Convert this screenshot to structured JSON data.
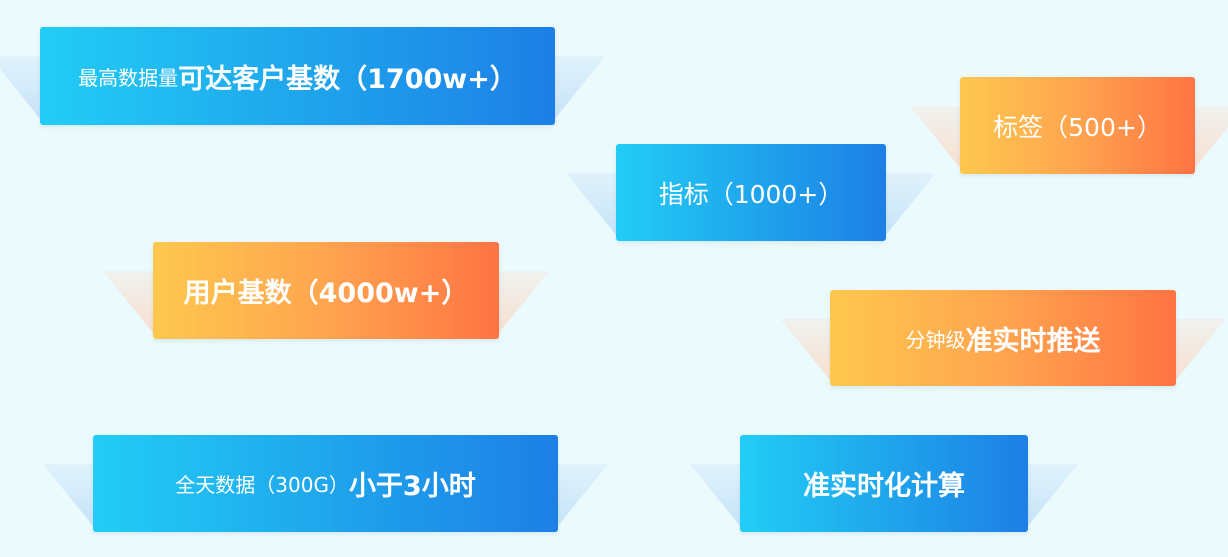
{
  "cards": [
    {
      "small": "最高数据量",
      "large": "可达客户基数（1700w+）",
      "color": "blue"
    },
    {
      "small": "",
      "large": "标签（500+）",
      "color": "orange"
    },
    {
      "small": "",
      "large": "指标（1000+）",
      "color": "blue"
    },
    {
      "small": "",
      "large": "用户基数（4000w+）",
      "color": "orange"
    },
    {
      "small": "分钟级",
      "large": "准实时推送",
      "color": "orange"
    },
    {
      "small": "全天数据（300G）",
      "large": "小于3小时",
      "color": "blue"
    },
    {
      "small": "",
      "large": "准实时化计算",
      "color": "blue"
    }
  ]
}
